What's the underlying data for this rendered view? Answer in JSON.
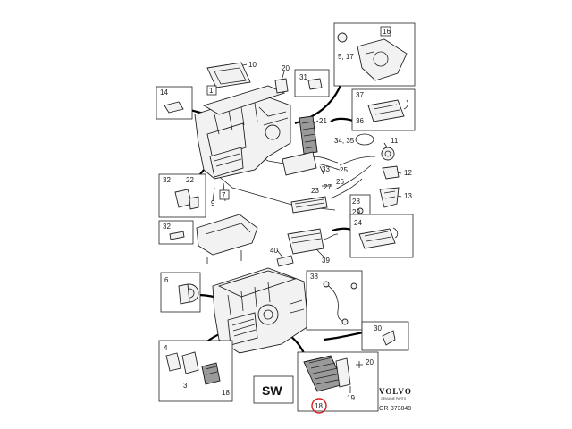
{
  "callouts": {
    "c1": "1",
    "c3": "3",
    "c4": "4",
    "c6": "6",
    "c7": "7",
    "c9": "9",
    "c10": "10",
    "c11": "11",
    "c12": "12",
    "c13": "13",
    "c14": "14",
    "c16": "16",
    "c18a": "18",
    "c18b": "18",
    "c19": "19",
    "c20a": "20",
    "c20b": "20",
    "c21": "21",
    "c22": "22",
    "c23": "23",
    "c24": "24",
    "c26": "26",
    "c27": "27",
    "c28": "28",
    "c29": "29",
    "c30": "30",
    "c31": "31",
    "c32a": "32",
    "c32b": "32",
    "c33": "33",
    "c34_35": "34, 35",
    "c36": "36",
    "c37": "37",
    "c38": "38",
    "c39": "39",
    "c40": "40",
    "c5_17": "5, 17",
    "c25": "25"
  },
  "sw_label": "SW",
  "brand": {
    "name": "VOLVO",
    "sub": "GENUINE PARTS"
  },
  "ref_code": "GR-373848",
  "highlight_color": "#d42020"
}
